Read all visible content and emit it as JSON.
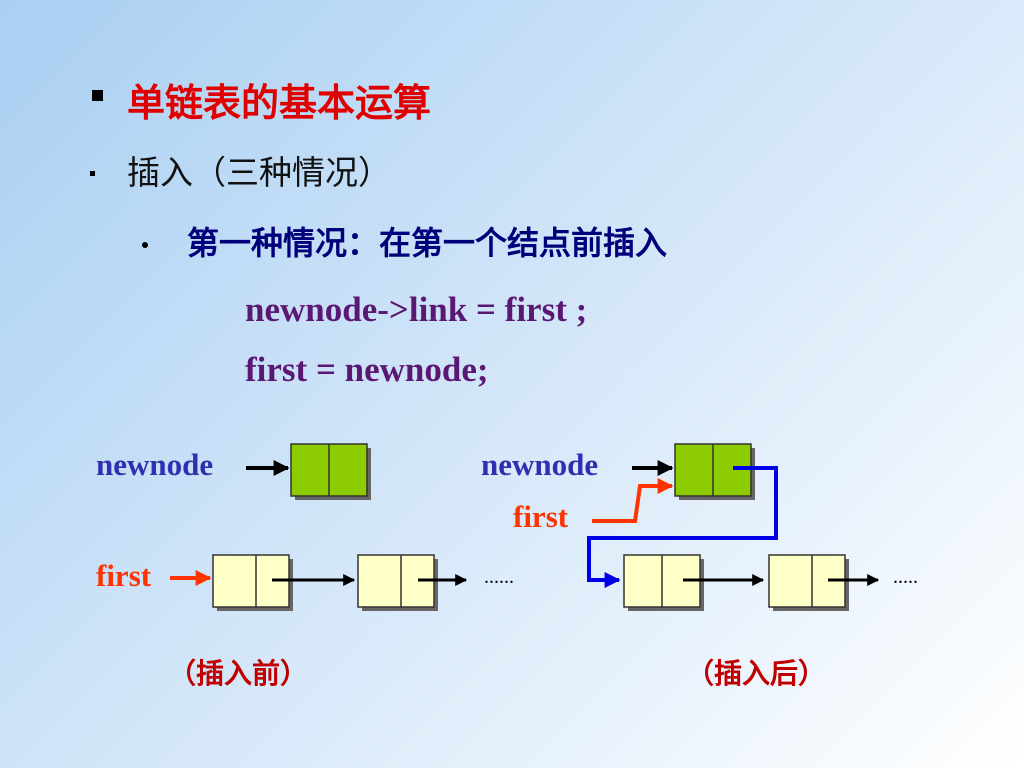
{
  "slide": {
    "title": "单链表的基本运算",
    "subtitle": "插入（三种情况）",
    "case_heading": "第一种情况：在第一个结点前插入",
    "code_lines": [
      "newnode->link = first ;",
      "first = newnode;"
    ]
  },
  "diagram": {
    "before": {
      "newnode_label": "newnode",
      "first_label": "first",
      "ellipsis": "......",
      "caption": "（插入前）"
    },
    "after": {
      "newnode_label": "newnode",
      "first_label": "first",
      "ellipsis": ".....",
      "caption": "（插入后）"
    },
    "colors": {
      "new_node_fill": "#8ccc00",
      "list_node_fill": "#ffffc8",
      "first_arrow": "#ff3300",
      "link_arrow_new": "#0000e6",
      "pointer_arrow": "#000000"
    }
  }
}
